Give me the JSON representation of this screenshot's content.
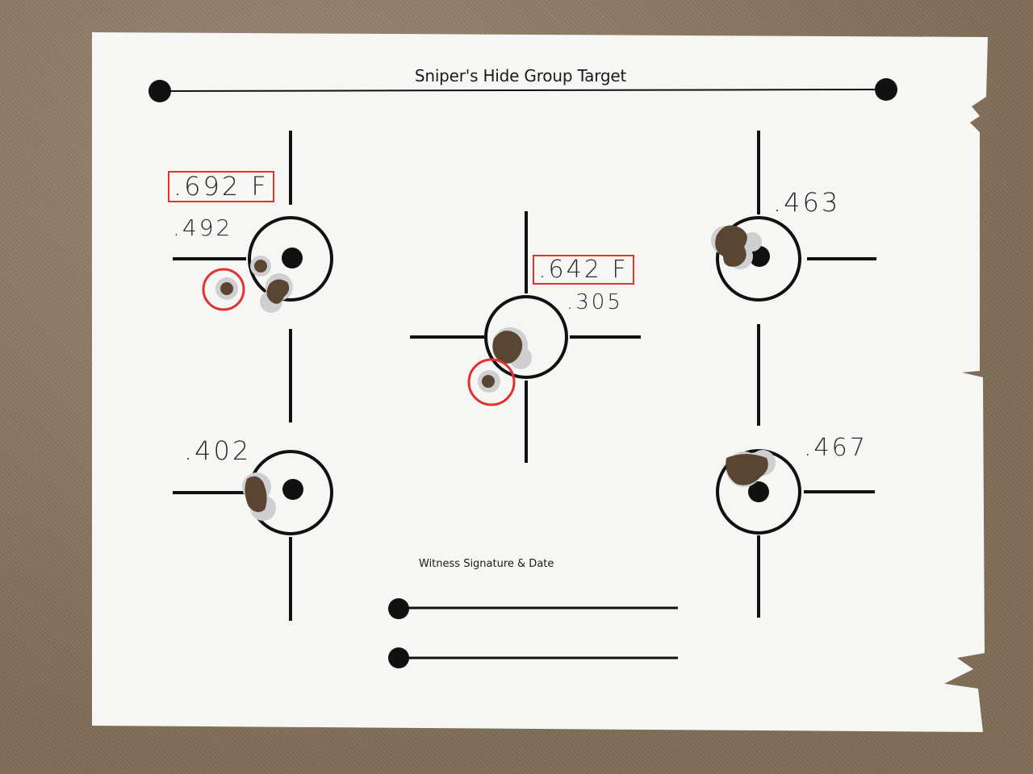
{
  "title": "Sniper's Hide Group Target",
  "witness_label": "Witness Signature & Date",
  "groups": {
    "top_left": {
      "score": ".692 F",
      "group": ".492"
    },
    "center": {
      "score": ".642 F",
      "group": ".305"
    },
    "top_right": {
      "group": ".463"
    },
    "bottom_left": {
      "group": ".402"
    },
    "bottom_right": {
      "group": ".467"
    }
  },
  "colors": {
    "ink": "#111111",
    "highlight": "#e0322e",
    "paper": "#f6f6f4",
    "backdrop": "#8a7760"
  }
}
